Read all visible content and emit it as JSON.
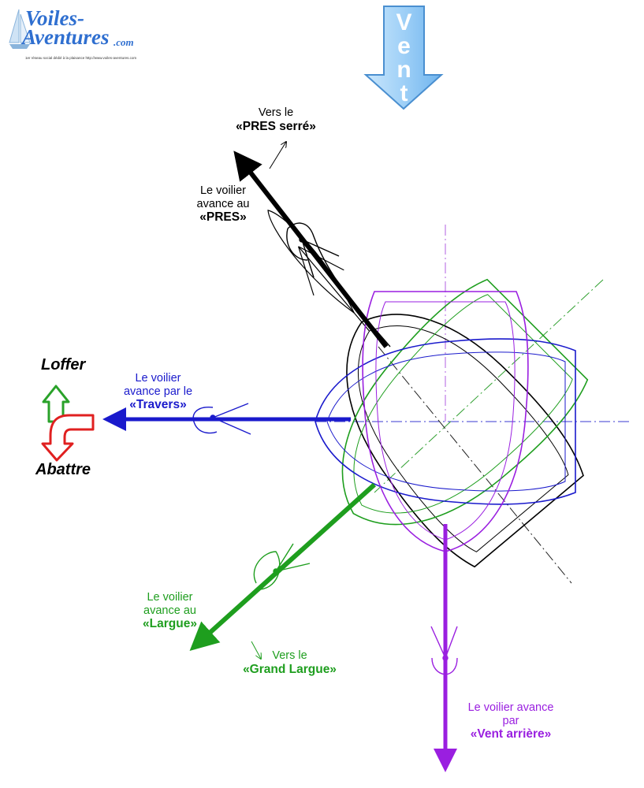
{
  "logo": {
    "line1": "Voiles-",
    "line2": "Aventures",
    "suffix": ".com",
    "tagline": "1er réseau social dédié à la plaisance   http://www.voiles-aventures.com"
  },
  "wind": {
    "label": "Vent",
    "letters": [
      "V",
      "e",
      "n",
      "t"
    ],
    "color": "#9fd0f7"
  },
  "steer": {
    "luff_label": "Loffer",
    "bear_away_label": "Abattre",
    "luff_color": "#2aa22a",
    "bear_away_color": "#e02020"
  },
  "points": {
    "close_hauled_heading": {
      "line1": "Vers le",
      "line2": "«PRES serré»"
    },
    "close_reach": {
      "line1": "Le voilier",
      "line2": "avance au",
      "line3": "«PRES»",
      "color": "#000000"
    },
    "beam_reach": {
      "line1": "Le voilier",
      "line2": "avance par le",
      "line3": "«Travers»",
      "color": "#1a1acc"
    },
    "broad_reach": {
      "line1": "Le voilier",
      "line2": "avance au",
      "line3": "«Largue»",
      "color": "#1e9e1e"
    },
    "broad_heading": {
      "line1": "Vers le",
      "line2": "«Grand Largue»",
      "color": "#1e9e1e"
    },
    "run": {
      "line1": "Le voilier avance",
      "line2": "par",
      "line3": "«Vent arrière»",
      "color": "#9a1fe0"
    }
  }
}
